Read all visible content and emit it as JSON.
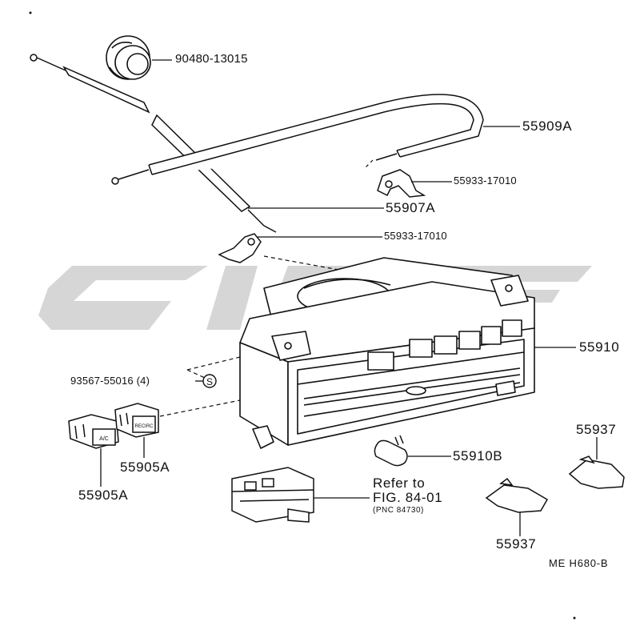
{
  "parts": {
    "grommet": "90480-13015",
    "cable_a": "55909A",
    "clamp_upper": "55933-17010",
    "cable_b": "55907A",
    "clamp_lower": "55933-17010",
    "control_assembly": "55910",
    "screw": "93567-55016 (4)",
    "switch_left": "55905A",
    "switch_right": "55905A",
    "bulb": "55910B",
    "lever_knob_right": "55937",
    "lever_knob_bottom": "55937"
  },
  "screw_symbol": "S",
  "reference": {
    "line1": "Refer to",
    "line2": "FIG. 84-01",
    "line3": "(PNC 84730)"
  },
  "figure_code": "ME  H680-B",
  "switch_texts": {
    "left": "A/C",
    "right": "RECIRC"
  },
  "colors": {
    "line": "#111111",
    "watermark": "#cfcfcf"
  }
}
